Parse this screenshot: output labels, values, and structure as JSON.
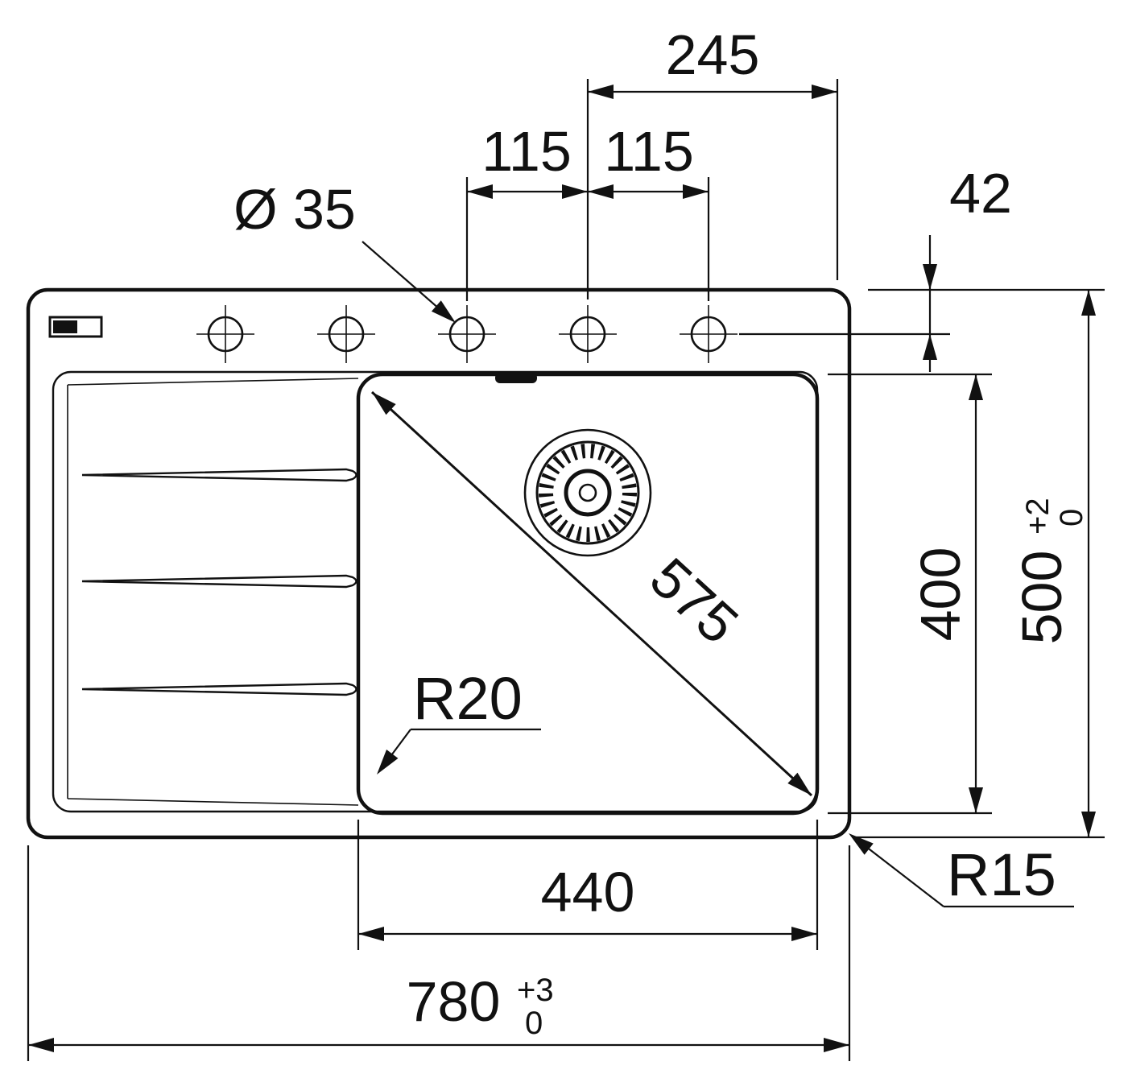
{
  "colors": {
    "line": "#111111",
    "background": "#ffffff"
  },
  "dims": {
    "span_245": "245",
    "pitch_115_left": "115",
    "pitch_115_right": "115",
    "hole_dia": "Ø 35",
    "offset_42": "42",
    "diagonal_575": "575",
    "bowl_400": "400",
    "depth_500": "500",
    "depth_500_tol_plus": "+2",
    "depth_500_tol_minus": "0",
    "radius_r20": "R20",
    "radius_r15": "R15",
    "bowl_440": "440",
    "width_780": "780",
    "width_780_tol_plus": "+3",
    "width_780_tol_minus": "0"
  }
}
